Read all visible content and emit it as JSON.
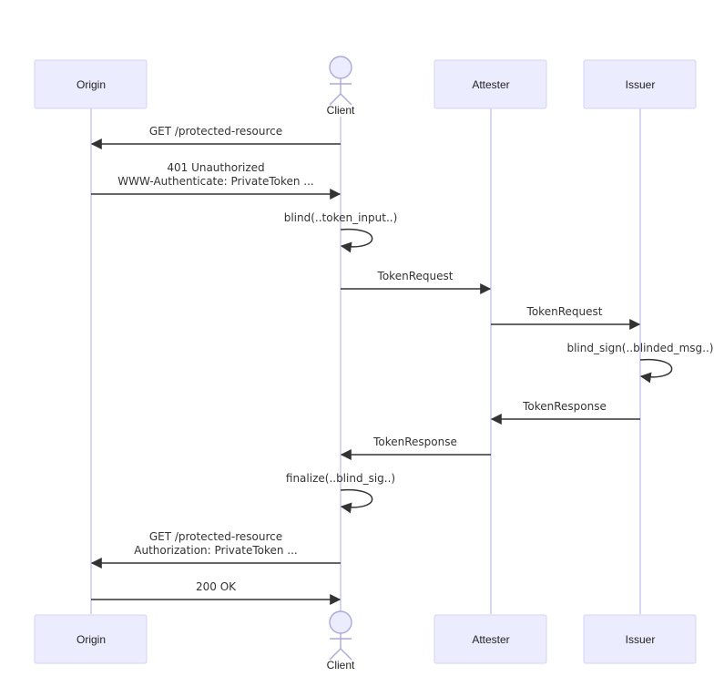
{
  "actors": {
    "origin": "Origin",
    "client": "Client",
    "attester": "Attester",
    "issuer": "Issuer"
  },
  "messages": [
    {
      "lines": [
        "GET /protected-resource"
      ]
    },
    {
      "lines": [
        "401 Unauthorized",
        "WWW-Authenticate: PrivateToken ..."
      ]
    },
    {
      "lines": [
        "blind(..token_input..)"
      ]
    },
    {
      "lines": [
        "TokenRequest"
      ]
    },
    {
      "lines": [
        "TokenRequest"
      ]
    },
    {
      "lines": [
        "blind_sign(..blinded_msg..)"
      ]
    },
    {
      "lines": [
        "TokenResponse"
      ]
    },
    {
      "lines": [
        "TokenResponse"
      ]
    },
    {
      "lines": [
        "finalize(..blind_sig..)"
      ]
    },
    {
      "lines": [
        "GET /protected-resource",
        "Authorization: PrivateToken ..."
      ]
    },
    {
      "lines": [
        "200 OK"
      ]
    }
  ]
}
